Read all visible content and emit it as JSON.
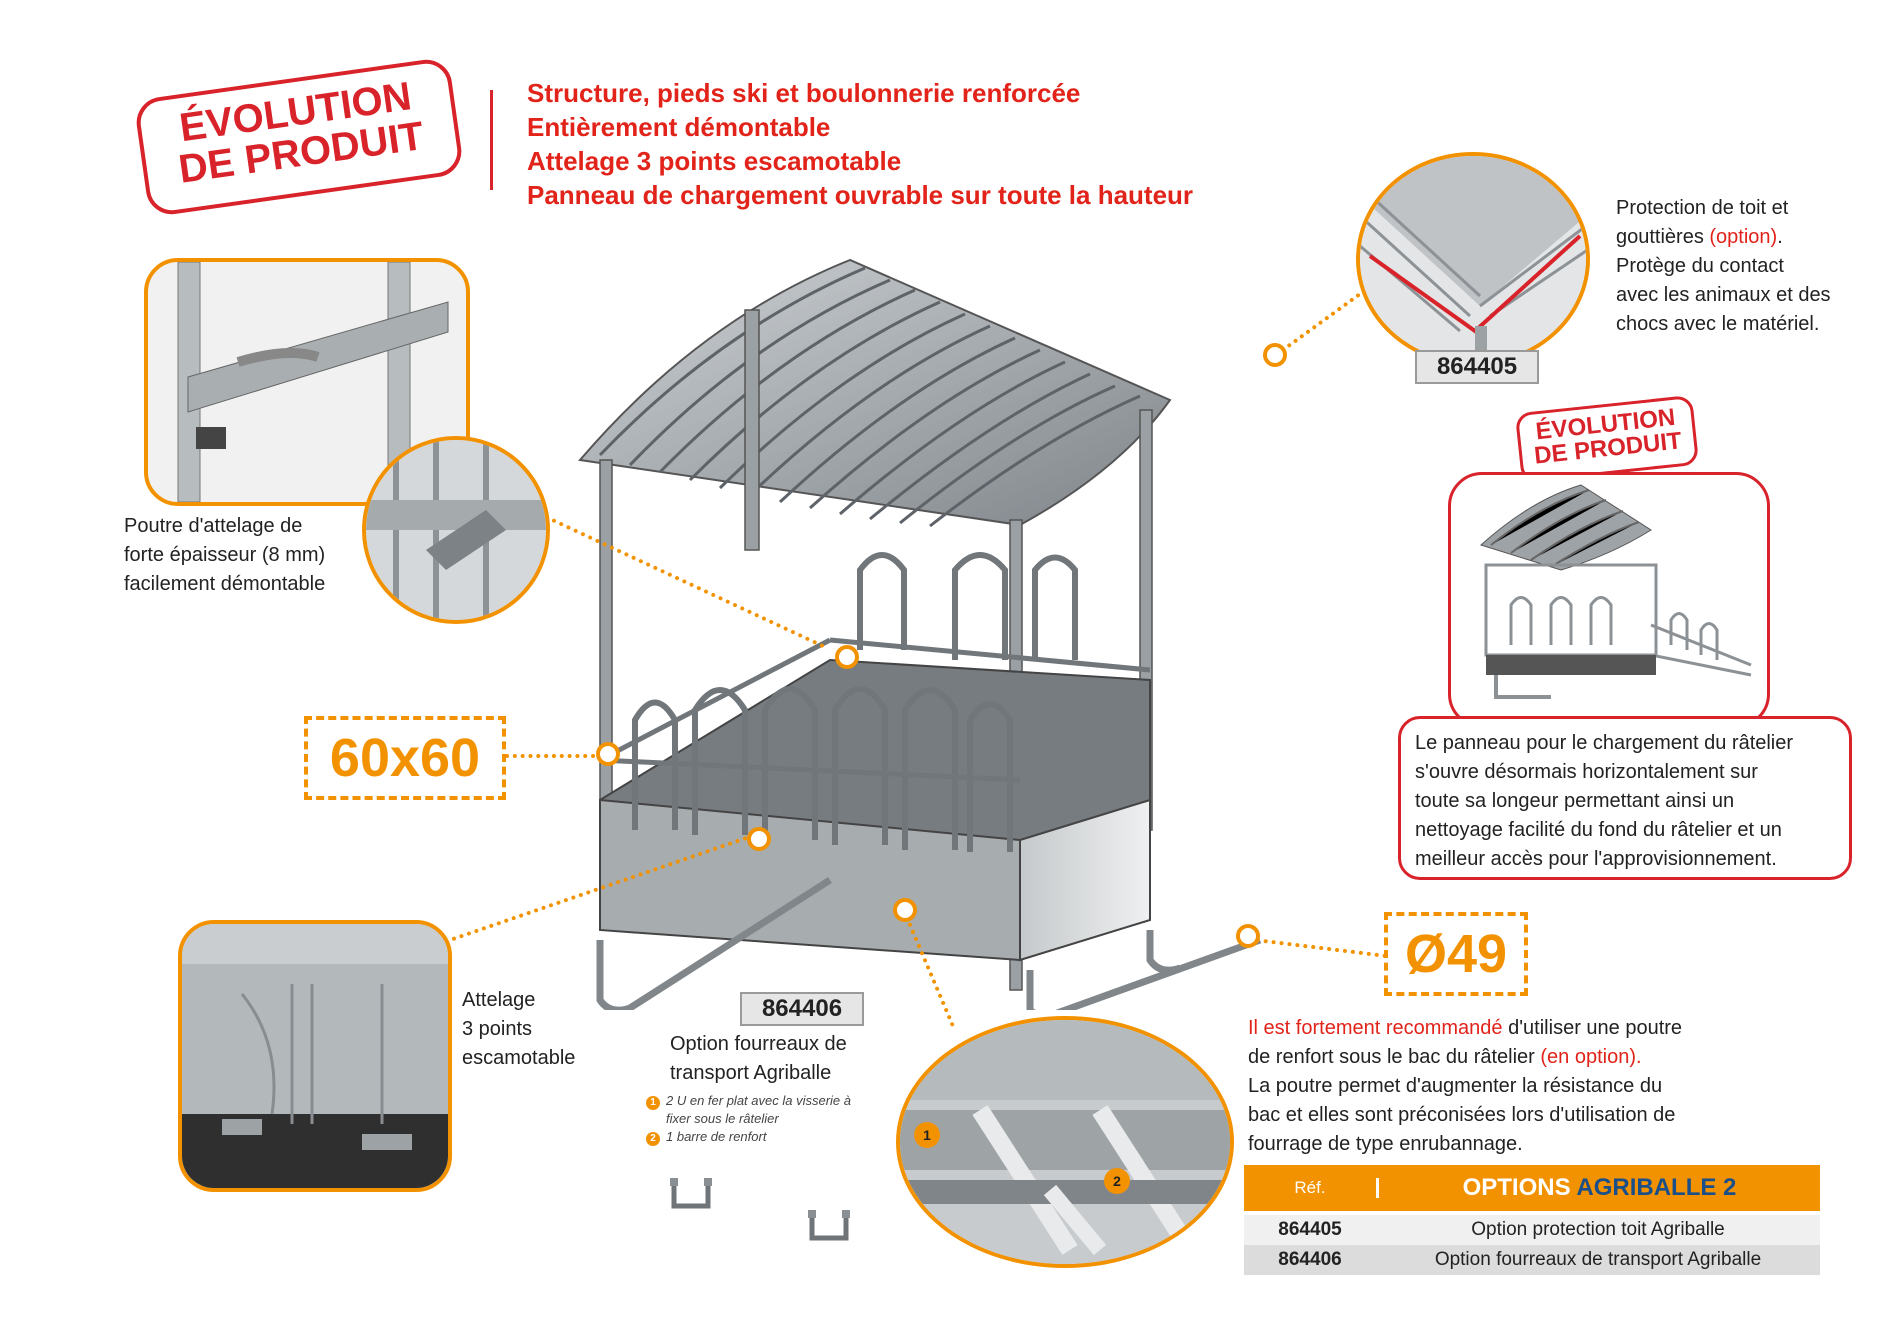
{
  "stamp_main": {
    "line1": "ÉVOLUTION",
    "line2": "DE PRODUIT"
  },
  "headline": [
    "Structure, pieds ski et boulonnerie renforcée",
    "Entièrement démontable",
    "Attelage 3 points escamotable",
    "Panneau de chargement ouvrable sur toute la hauteur"
  ],
  "roof_protection": {
    "ref": "864405",
    "text_1": "Protection de toit et",
    "text_2a": "gouttières ",
    "text_2b": "(option)",
    "text_2c": ".",
    "text_3": "Protège du contact",
    "text_4": "avec les animaux et des",
    "text_5": "chocs avec le matériel."
  },
  "hitch_beam": {
    "line1": "Poutre d'attelage de",
    "line2": "forte épaisseur (8 mm)",
    "line3": "facilement démontable"
  },
  "dimension_tube": "60x60",
  "dimension_diameter": "Ø49",
  "stamp_small": {
    "line1": "ÉVOLUTION",
    "line2": "DE PRODUIT"
  },
  "loading_panel": {
    "line1": "Le panneau pour le chargement du râtelier",
    "line2": "s'ouvre désormais horizontalement sur",
    "line3": "toute sa longeur permettant ainsi un",
    "line4": "nettoyage facilité du fond du râtelier et un",
    "line5": "meilleur accès pour l'approvisionnement."
  },
  "three_point": {
    "line1": "Attelage",
    "line2": "3 points",
    "line3": "escamotable"
  },
  "transport_sleeves": {
    "ref": "864406",
    "line1": "Option fourreaux de",
    "line2": "transport Agriballe",
    "item1_num": "1",
    "item1_a": "2 U en fer plat avec la visserie à",
    "item1_b": "fixer sous le râtelier",
    "item2_num": "2",
    "item2": "1 barre de renfort"
  },
  "reinforcement": {
    "p1a": "Il est fortement recommandé",
    "p1b": " d'utiliser une poutre",
    "p2a": "de renfort sous le bac du râtelier ",
    "p2b": "(en option).",
    "p3": "La poutre permet d'augmenter la résistance du",
    "p4": "bac et elles sont préconisées lors d'utilisation de",
    "p5": "fourrage de type enrubannage."
  },
  "options_table": {
    "head_ref": "Réf.",
    "head_title_a": "OPTIONS ",
    "head_title_b": "AGRIBALLE 2",
    "rows": [
      {
        "ref": "864405",
        "label": "Option protection toit Agriballe"
      },
      {
        "ref": "864406",
        "label": "Option fourreaux de transport Agriballe"
      }
    ]
  },
  "colors": {
    "red": "#e2231a",
    "orange": "#f39200",
    "blue": "#1a4f8a"
  }
}
